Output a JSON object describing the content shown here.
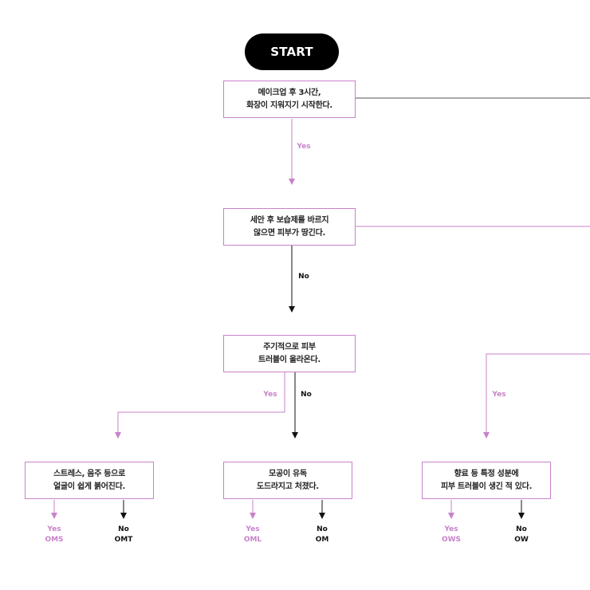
{
  "start": "START",
  "questions": {
    "q1": [
      "메이크업 후 3시간,",
      "화장이 지워지기 시작한다."
    ],
    "q2": [
      "세안 후 보습제를 바르지",
      "않으면 피부가 땅긴다."
    ],
    "q3": [
      "주기적으로 피부",
      "트러블이 올라온다."
    ],
    "q4": [
      "스트레스, 음주 등으로",
      "얼굴이 쉽게 붉어진다."
    ],
    "q5": [
      "모공이 유독",
      "도드라지고 처졌다."
    ],
    "q6": [
      "향료 등 특정 성분에",
      "피부 트러블이 생긴 적 있다."
    ]
  },
  "labels": {
    "yes": "Yes",
    "no": "No"
  },
  "results": {
    "oms": {
      "answer": "Yes",
      "code": "OMS"
    },
    "omt": {
      "answer": "No",
      "code": "OMT"
    },
    "oml": {
      "answer": "Yes",
      "code": "OML"
    },
    "om": {
      "answer": "No",
      "code": "OM"
    },
    "ows": {
      "answer": "Yes",
      "code": "OWS"
    },
    "ow": {
      "answer": "No",
      "code": "OW"
    }
  },
  "colors": {
    "accent": "#c782c9",
    "line": "#111111",
    "start_bg": "#000000"
  }
}
